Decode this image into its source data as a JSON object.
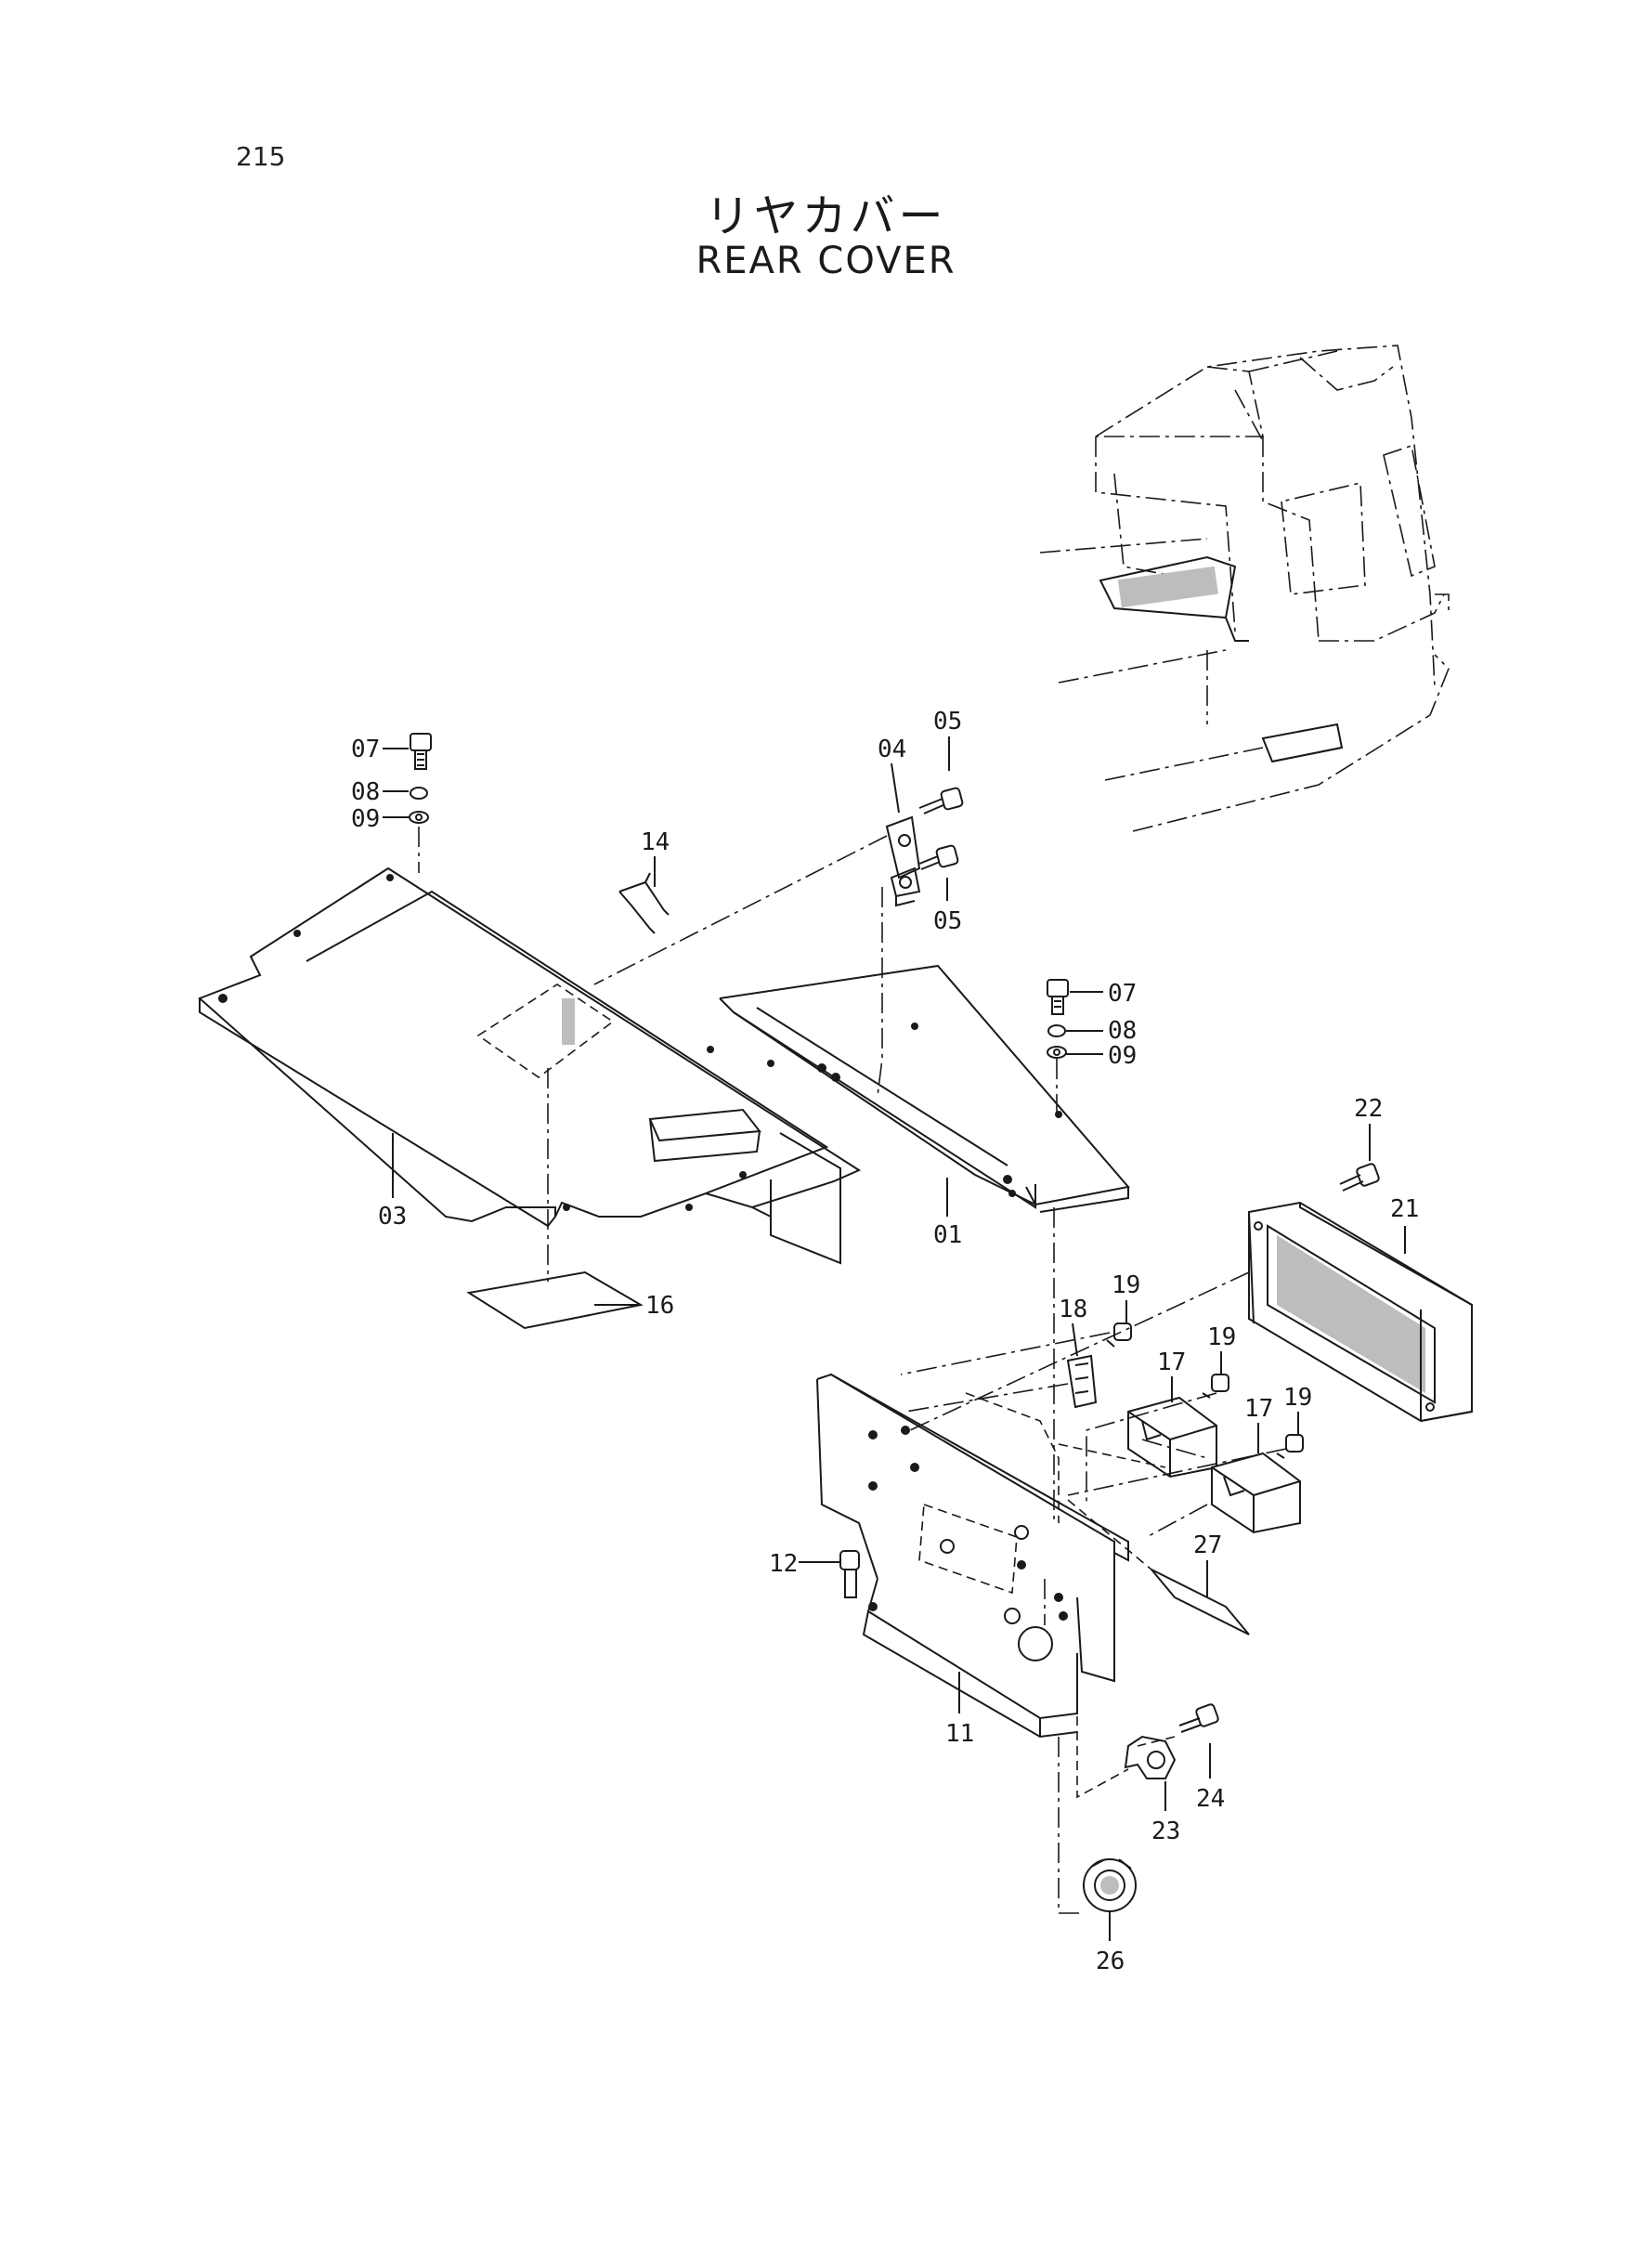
{
  "page_number": "215",
  "title_jp": "リヤカバー",
  "title_en": "REAR COVER",
  "callouts": [
    "07",
    "08",
    "09",
    "14",
    "04",
    "05",
    "05",
    "07",
    "08",
    "09",
    "03",
    "01",
    "16",
    "22",
    "21",
    "19",
    "18",
    "17",
    "19",
    "17",
    "19",
    "12",
    "27",
    "11",
    "24",
    "23",
    "26"
  ]
}
